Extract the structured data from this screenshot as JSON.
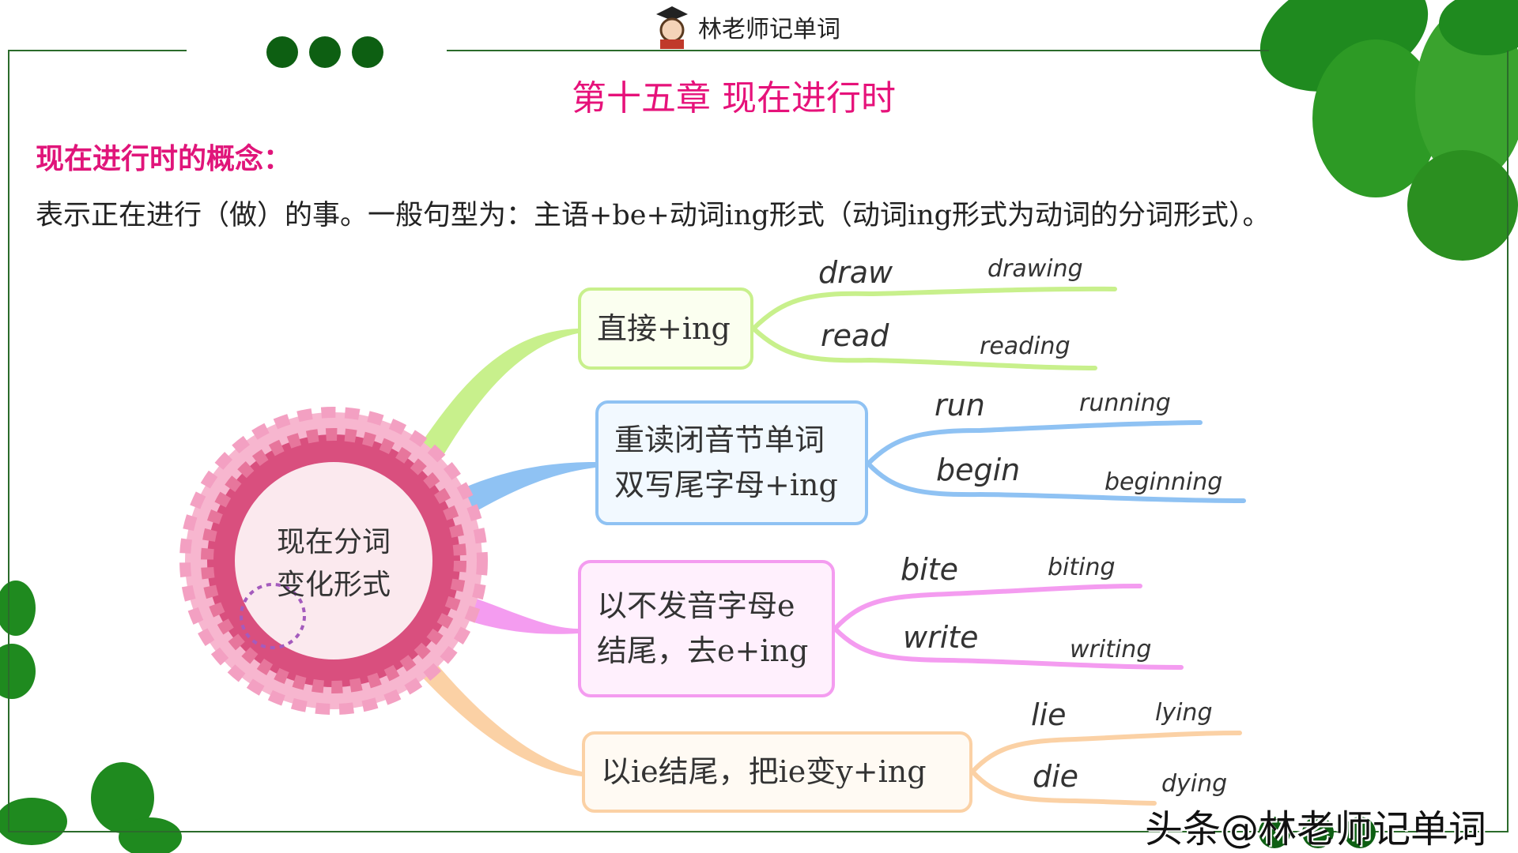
{
  "header": {
    "logo_text": "林老师记单词",
    "title": "第十五章 现在进行时"
  },
  "concept": {
    "heading": "现在进行时的概念：",
    "description": "表示正在进行（做）的事。一般句型为：主语+be+动词ing形式（动词ing形式为动词的分词形式）。"
  },
  "center": {
    "line1": "现在分词",
    "line2": "变化形式"
  },
  "branches": [
    {
      "rule_line1": "直接+ing",
      "rule_line2": "",
      "color": "#c8f08c",
      "words": [
        {
          "base": "draw",
          "ing": "drawing"
        },
        {
          "base": "read",
          "ing": "reading"
        }
      ]
    },
    {
      "rule_line1": "重读闭音节单词",
      "rule_line2": "双写尾字母+ing",
      "color": "#8fc2f3",
      "words": [
        {
          "base": "run",
          "ing": "running"
        },
        {
          "base": "begin",
          "ing": "beginning"
        }
      ]
    },
    {
      "rule_line1": "以不发音字母e",
      "rule_line2": "结尾，去e+ing",
      "color": "#f49cf0",
      "words": [
        {
          "base": "bite",
          "ing": "biting"
        },
        {
          "base": "write",
          "ing": "writing"
        }
      ]
    },
    {
      "rule_line1": "以ie结尾，把ie变y+ing",
      "rule_line2": "",
      "color": "#fbd1a5",
      "words": [
        {
          "base": "lie",
          "ing": "lying"
        },
        {
          "base": "die",
          "ing": "dying"
        }
      ]
    }
  ],
  "watermark": "头条@林老师记单词"
}
